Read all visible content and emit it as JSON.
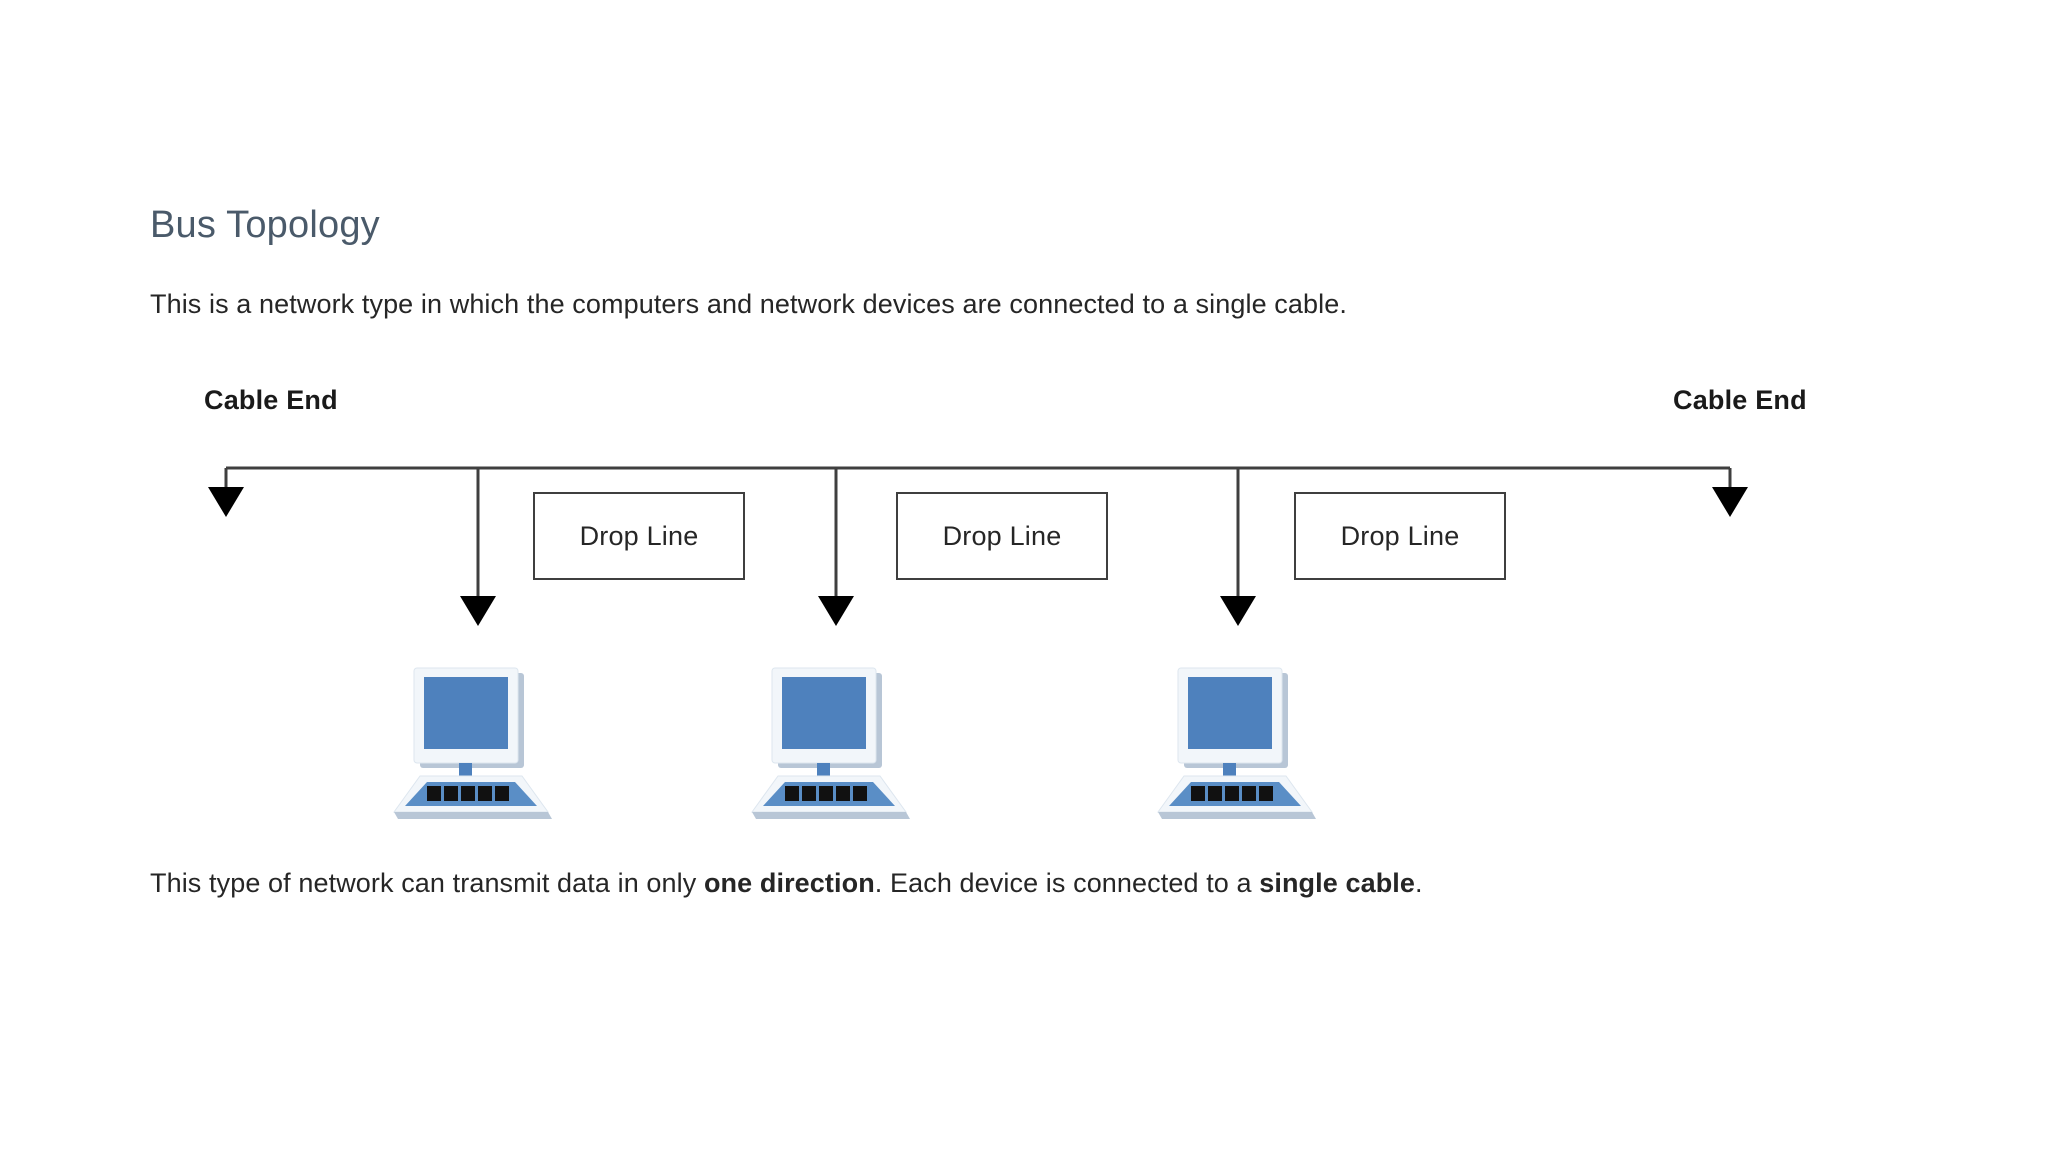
{
  "document": {
    "title": "Bus Topology",
    "intro_paragraph": "This is a network type in which the computers and network devices are connected to a single cable.",
    "outro": {
      "part1": "This type of network can transmit data in only ",
      "bold1": "one direction",
      "part2": ". Each device is connected to a ",
      "bold2": "single cable",
      "part3": "."
    }
  },
  "diagram": {
    "name": "bus-topology-diagram",
    "cable_end_left_label": "Cable End",
    "cable_end_right_label": "Cable End",
    "drop_line_boxes": [
      {
        "label": "Drop Line"
      },
      {
        "label": "Drop Line"
      },
      {
        "label": "Drop Line"
      }
    ],
    "computers": [
      {
        "name": "computer-1"
      },
      {
        "name": "computer-2"
      },
      {
        "name": "computer-3"
      }
    ]
  },
  "colors": {
    "title_text": "#4a5a6a",
    "body_text": "#262626",
    "label_text": "#1a1a1a",
    "box_border": "#3f3f3f",
    "cable_line": "#3f3f3f",
    "arrow_fill": "#000000",
    "screen_blue": "#4e81bd",
    "monitor_bezel": "#f2f6fa",
    "monitor_shadow": "#b8c6d6",
    "key_black": "#111111",
    "page_background": "#ffffff"
  }
}
